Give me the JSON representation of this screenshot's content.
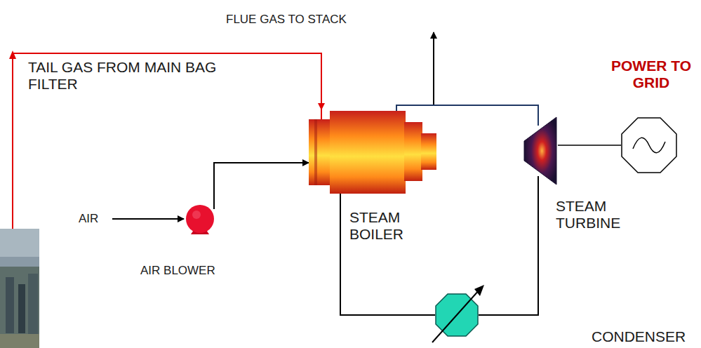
{
  "diagram": {
    "nodes": [
      {
        "text": [
          "AIR BLOWER"
        ]
      },
      {
        "text": [
          "STEAM BOILER"
        ]
      },
      {
        "text": [
          "STEAM TURBINE"
        ]
      },
      {
        "text": [
          "CONDENSER"
        ]
      }
    ],
    "edges": [
      {
        "from": 0,
        "to": 1,
        "arrow": "to"
      },
      {
        "from": 1,
        "to": 2,
        "arrow": "none"
      },
      {
        "from": 2,
        "to": 3,
        "arrow": "none"
      },
      {
        "from": 3,
        "to": 1,
        "arrow": "none"
      }
    ],
    "labels": [
      "FLUE GAS TO STACK",
      "POWER TO GRID",
      "TAIL GAS FROM MAIN BAG FILTER",
      "AIR"
    ]
  }
}
